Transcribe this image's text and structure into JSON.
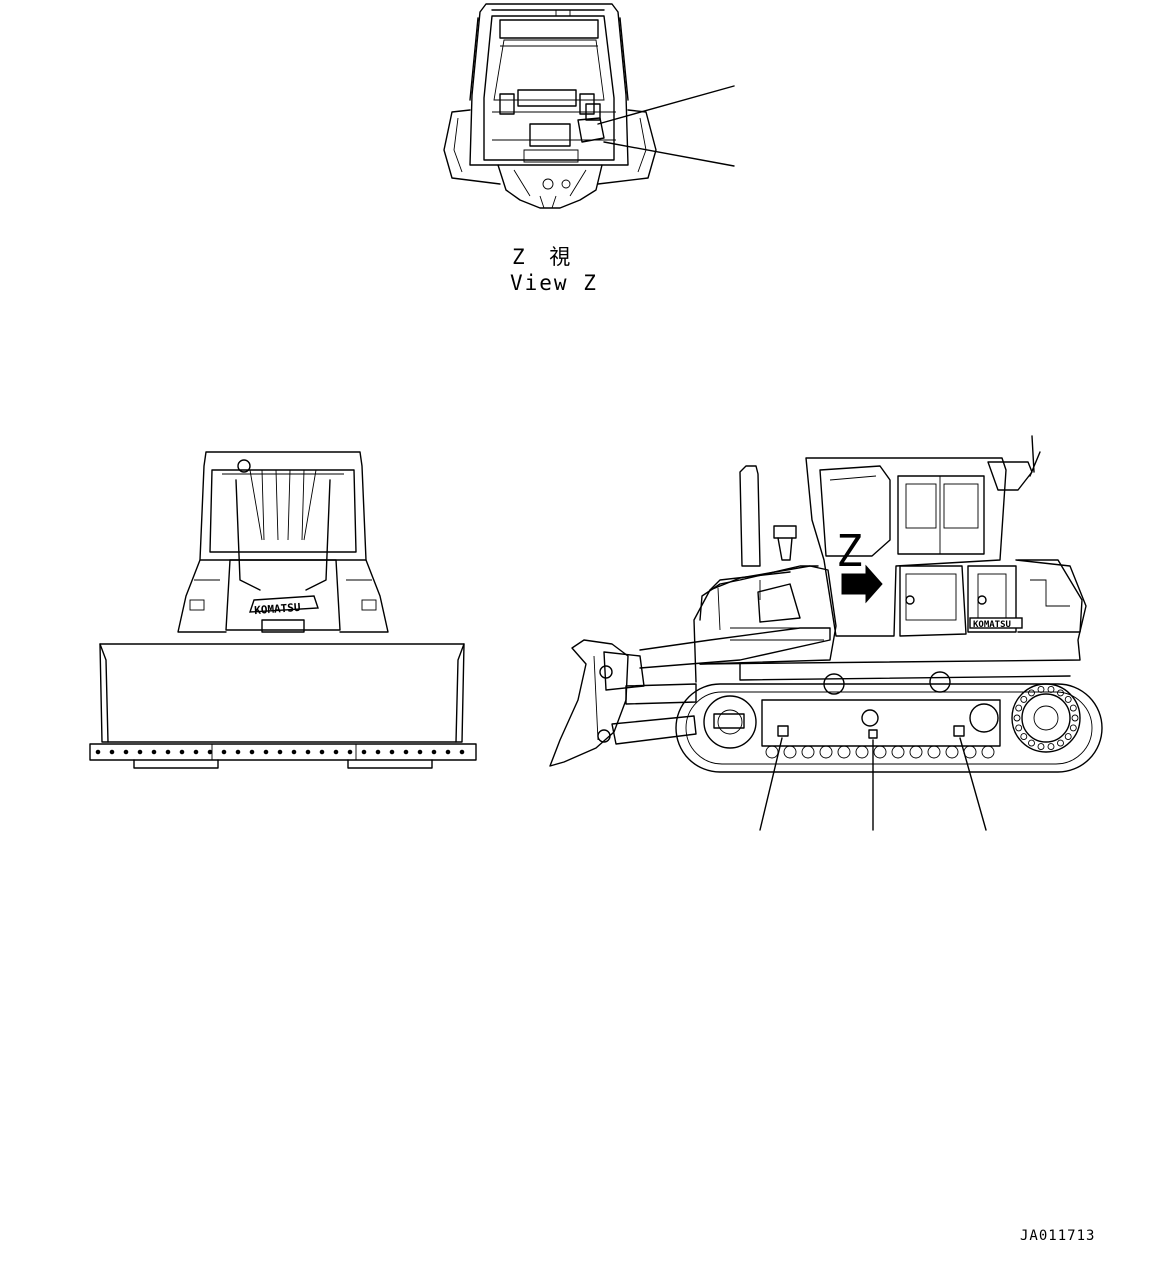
{
  "view_z": {
    "title_jp": "Z  視",
    "title_en": "View Z"
  },
  "side_view": {
    "z_marker": "Z",
    "brand": "KOMATSU"
  },
  "front_view": {
    "brand": "KOMATSU"
  },
  "drawing_code": "JA011713"
}
